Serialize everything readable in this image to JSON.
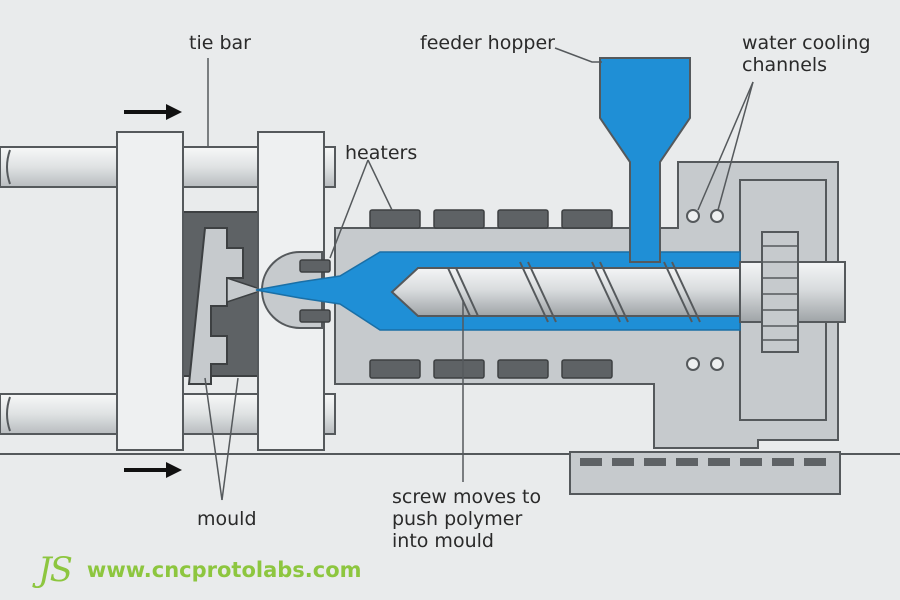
{
  "labels": {
    "tie_bar": "tie bar",
    "feeder_hopper": "feeder hopper",
    "water_cooling": "water cooling\nchannels",
    "heaters": "heaters",
    "mould": "mould",
    "screw": "screw moves to\npush polymer\ninto mould"
  },
  "footer": {
    "logo": "JS",
    "url": "www.cncprotolabs.com"
  },
  "colors": {
    "background": "#e9ebec",
    "metal_light": "#eef0f1",
    "metal_mid": "#c6cacd",
    "metal_dark": "#5e6265",
    "polymer_blue": "#1f8fd6",
    "outline": "#55595c",
    "brand_green": "#8dc63f"
  }
}
